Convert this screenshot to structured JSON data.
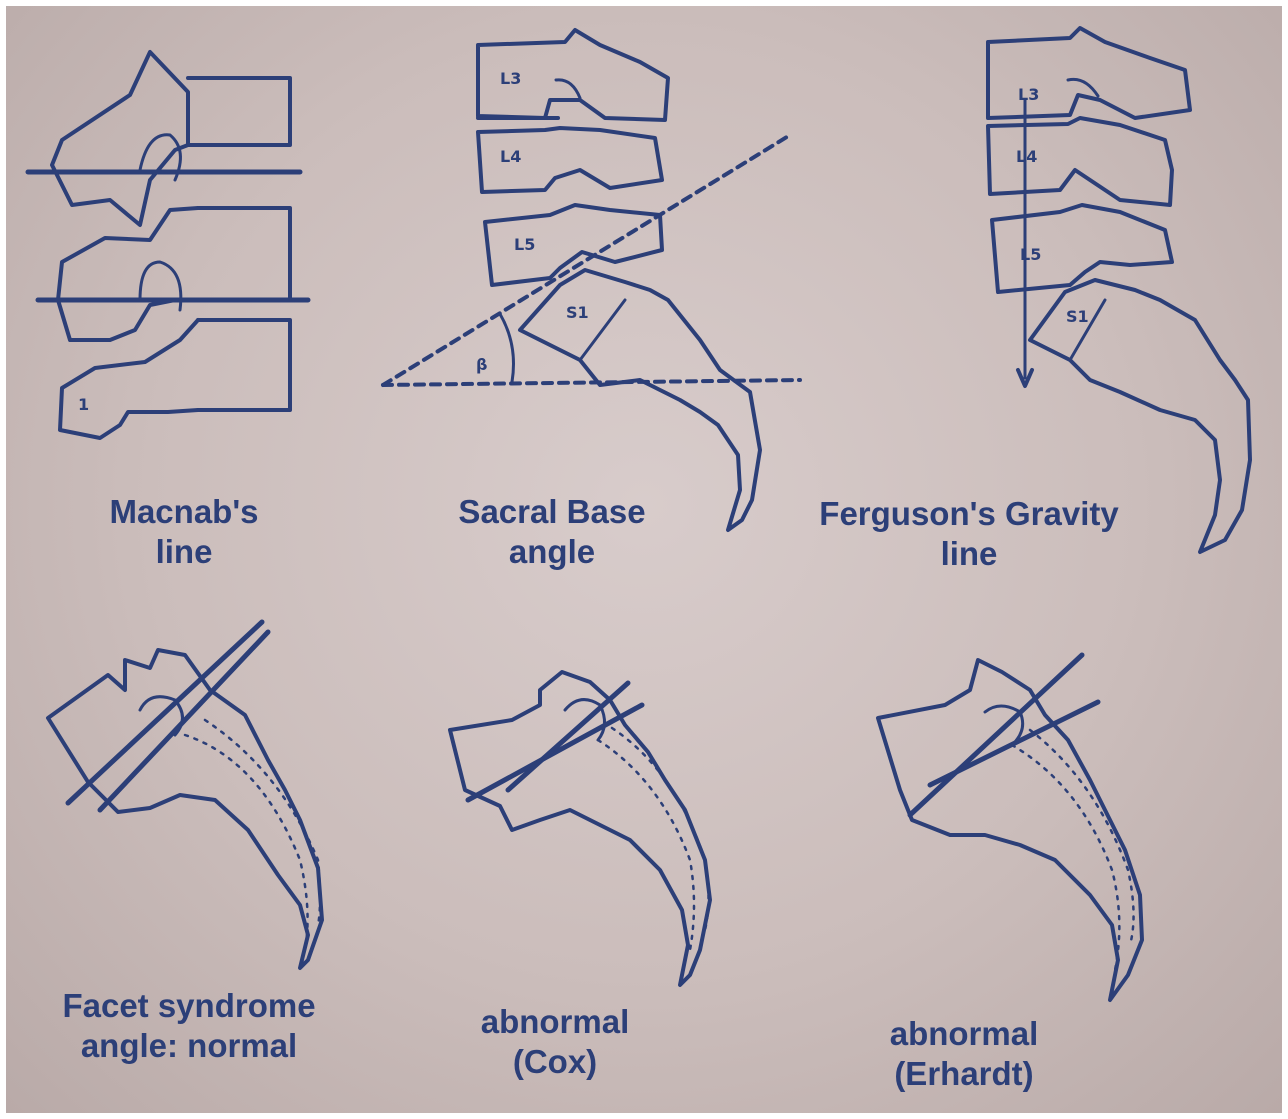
{
  "panels": {
    "macnab": {
      "caption_line1": "Macnab's",
      "caption_line2": "line"
    },
    "sacral_base": {
      "caption_line1": "Sacral Base",
      "caption_line2": "angle",
      "vertebra_labels": [
        "L3",
        "L4",
        "L5",
        "S1"
      ],
      "angle_symbol": "β"
    },
    "ferguson": {
      "caption_line1": "Ferguson's Gravity",
      "caption_line2": "line",
      "vertebra_labels": [
        "L3",
        "L4",
        "L5",
        "S1"
      ]
    },
    "facet_normal": {
      "caption_line1": "Facet syndrome",
      "caption_line2": "angle: normal"
    },
    "abnormal_cox": {
      "caption_line1": "abnormal",
      "caption_line2": "(Cox)"
    },
    "abnormal_erhardt": {
      "caption_line1": "abnormal",
      "caption_line2": "(Erhardt)"
    }
  },
  "colors": {
    "ink": "#2c3f78",
    "paper": "#d3c6c5"
  }
}
